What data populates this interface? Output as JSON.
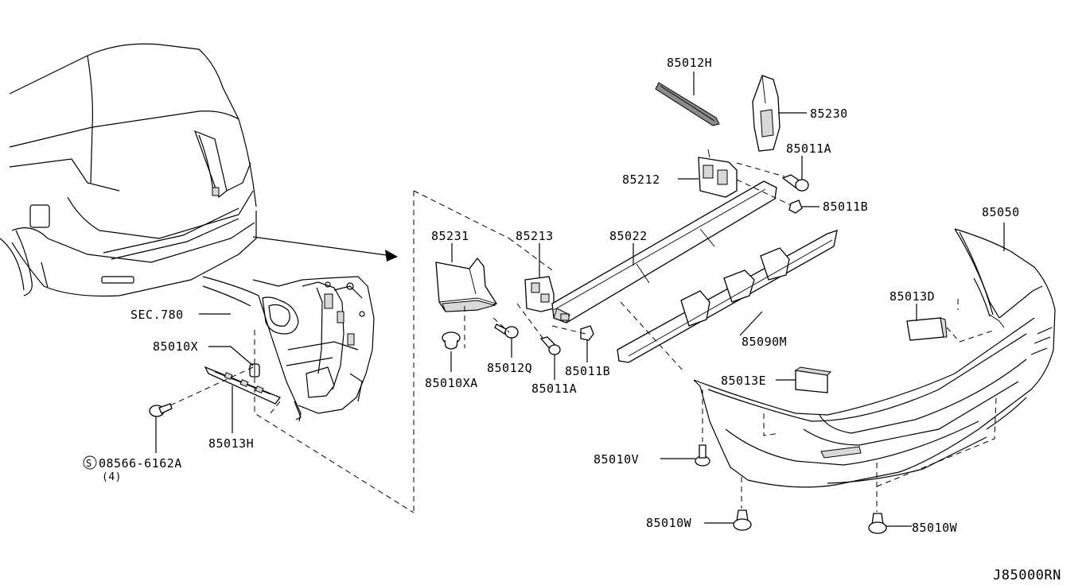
{
  "diagram": {
    "code": "J85000RN",
    "callouts": {
      "p85012H": "85012H",
      "p85230": "85230",
      "p85011A_top": "85011A",
      "p85212": "85212",
      "p85011B_top": "85011B",
      "p85050": "85050",
      "p85231": "85231",
      "p85213": "85213",
      "p85022": "85022",
      "p85013D": "85013D",
      "sec780": "SEC.780",
      "p85010X": "85010X",
      "p85090M": "85090M",
      "p85013E": "85013E",
      "p85010XA": "85010XA",
      "p85012Q": "85012Q",
      "p85011B_low": "85011B",
      "p85011A_low": "85011A",
      "p85013H": "85013H",
      "screw_code": "08566-6162A",
      "screw_symbol": "S",
      "screw_qty": "(4)",
      "p85010V": "85010V",
      "p85010W_left": "85010W",
      "p85010W_right": "85010W"
    }
  }
}
